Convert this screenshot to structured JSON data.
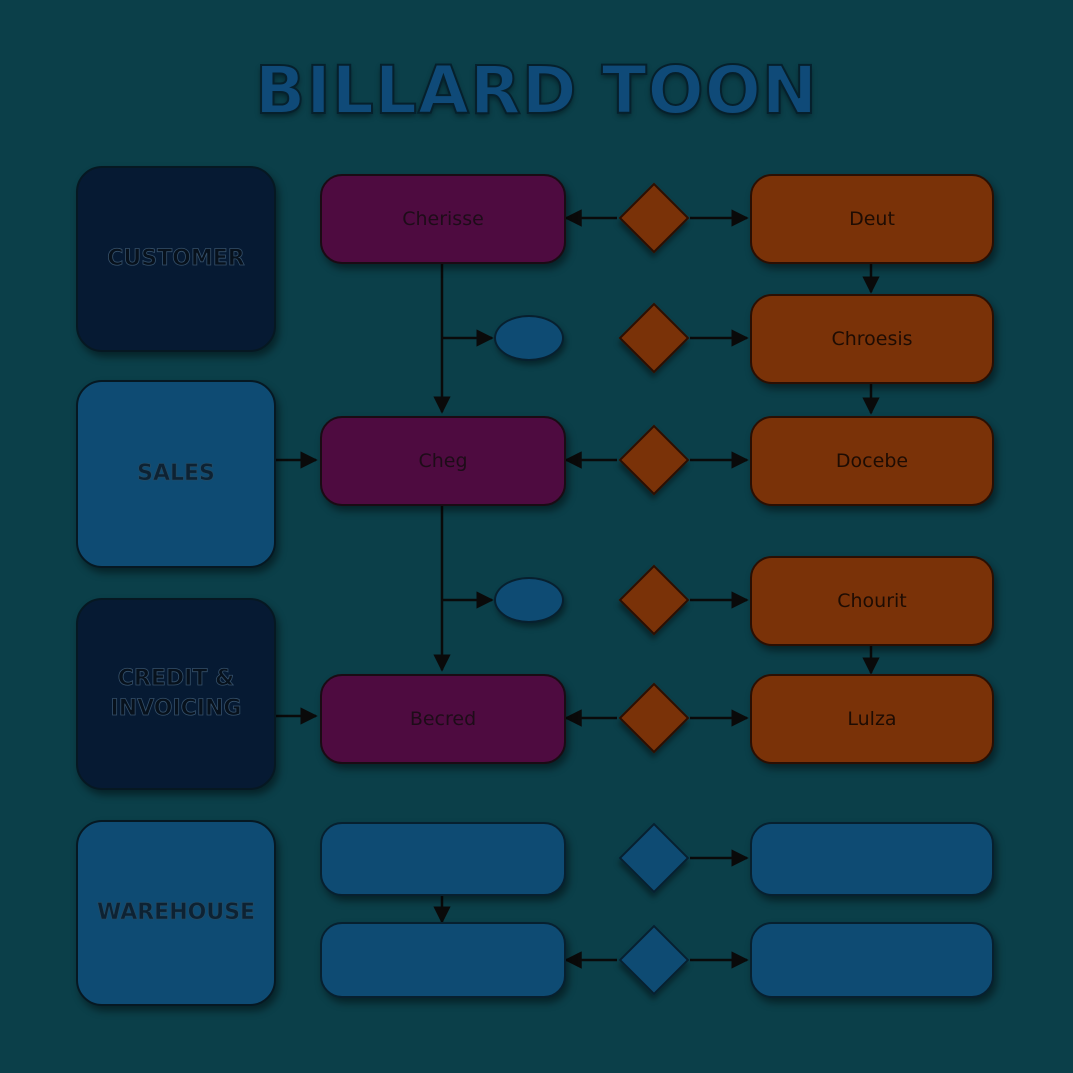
{
  "title": "BILLARD TOON",
  "lanes": {
    "customer": "CUSTOMER",
    "sales": "SALES",
    "credit": "CREDIT &\nINVOICING",
    "warehouse": "WAREHOUSE"
  },
  "process": {
    "p1": "Cherisse",
    "p2": "Cheg",
    "p3": "Becred"
  },
  "outcomes": {
    "o1": "Deut",
    "o2": "Chroesis",
    "o3": "Docebe",
    "o4": "Chourit",
    "o5": "Lulza"
  },
  "colors": {
    "background": "#0b3f49",
    "process": "#4e0b40",
    "outcome": "#7a3208",
    "lane_dark": "#061a33",
    "lane_blue": "#0e4b73"
  }
}
